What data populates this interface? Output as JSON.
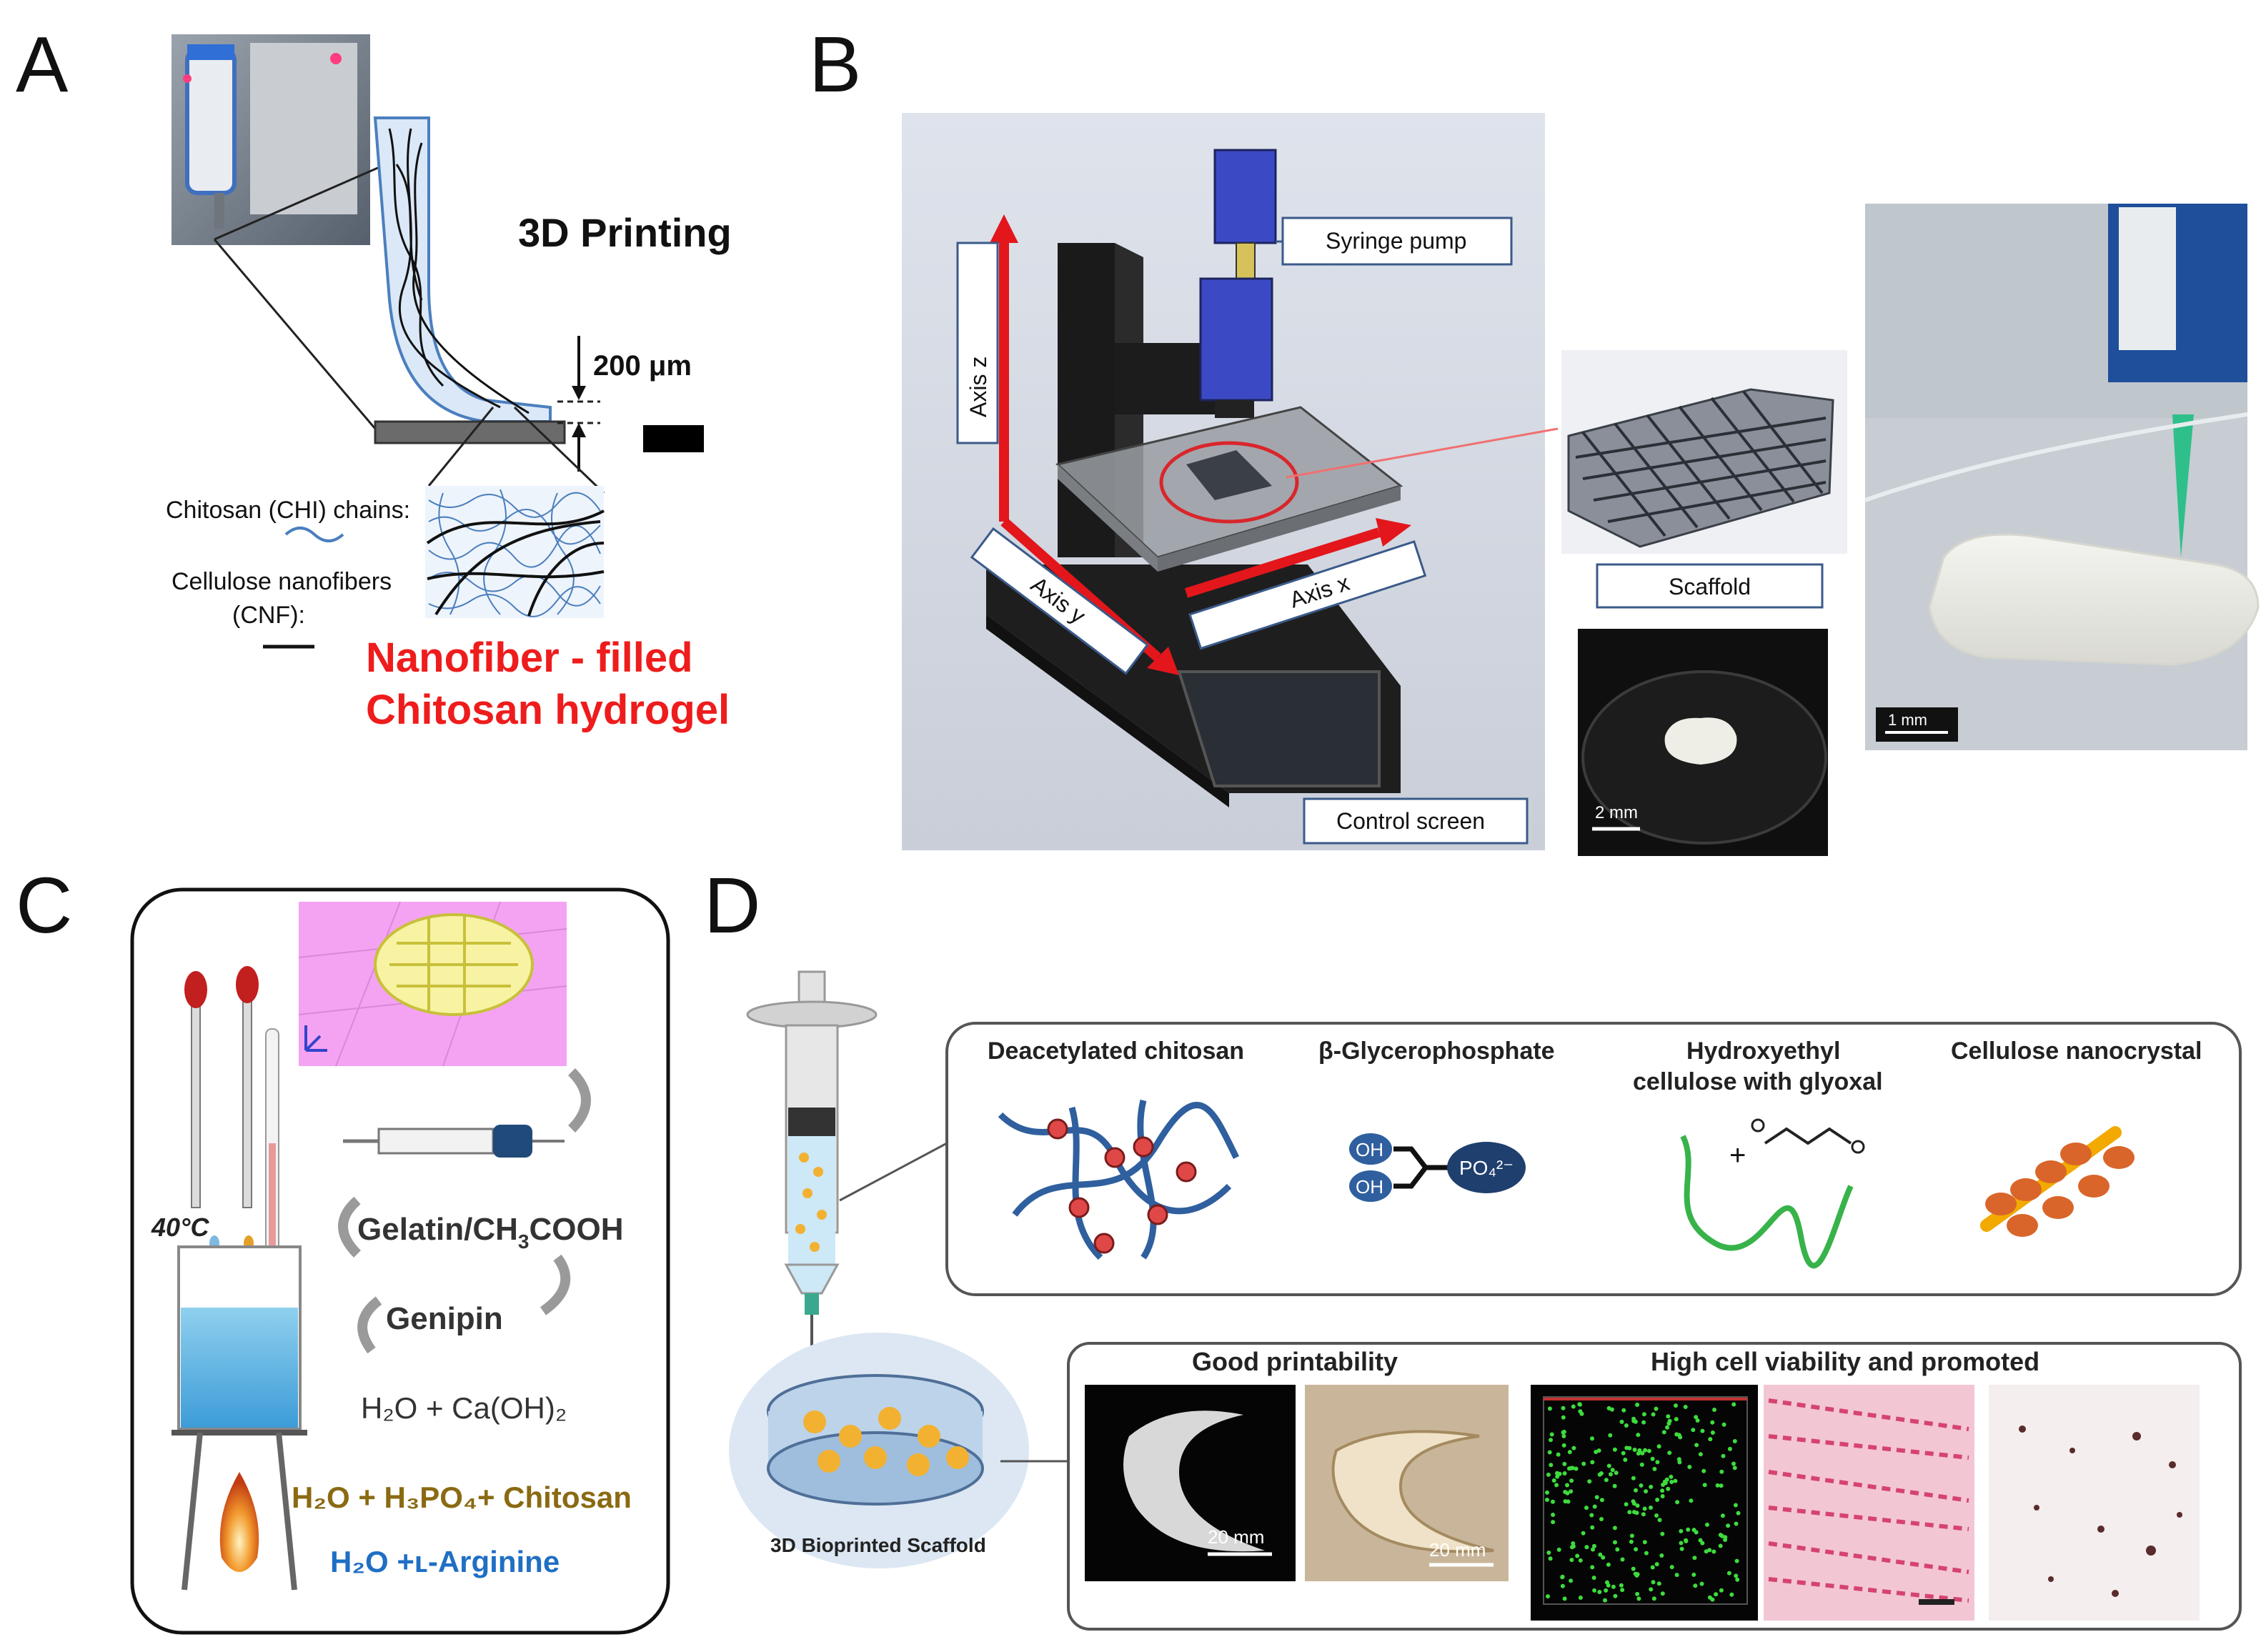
{
  "panels": {
    "a": {
      "letter": "A",
      "title": "3D Printing",
      "gap": "200 μm",
      "legend_chi": "Chitosan (CHI) chains:",
      "legend_cnf_1": "Cellulose nanofibers",
      "legend_cnf_2": "(CNF):",
      "result_1": "Nanofiber - filled",
      "result_2": "Chitosan hydrogel"
    },
    "b": {
      "letter": "B",
      "axis_z": "Axis z",
      "axis_y": "Axis y",
      "axis_x": "Axis x",
      "syringe_pump": "Syringe pump",
      "scaffold": "Scaffold",
      "control_screen": "Control screen",
      "scale_2mm": "2 mm",
      "scale_1mm": "1 mm"
    },
    "c": {
      "letter": "C",
      "temp": "40°C",
      "step_1": "Gelatin/CH",
      "step_1_sub": "3",
      "step_1_tail": "COOH",
      "step_2": "Genipin",
      "step_3": "H₂O + Ca(OH)₂",
      "step_4": "H₂O + H₃PO₄+ Chitosan",
      "step_5": "H₂O +ʟ-Arginine"
    },
    "d": {
      "letter": "D",
      "comp_1": "Deacetylated chitosan",
      "comp_2": "β-Glycerophosphate",
      "comp_3_1": "Hydroxyethyl",
      "comp_3_2": "cellulose with glyoxal",
      "comp_4": "Cellulose nanocrystal",
      "oh": "OH",
      "po4": "PO₄²⁻",
      "plus": "+",
      "scaffold_label": "3D Bioprinted Scaffold",
      "good_printability": "Good printability",
      "high_viability": "High cell viability and promoted",
      "scale_20mm": "20 mm"
    }
  },
  "colors": {
    "red": "#ee1c1c",
    "chitosan_blue": "#2f5f9e",
    "green": "#38b34a",
    "gold": "#8a6a12",
    "arginine_blue": "#1f6fc4",
    "syringe_navy": "#2a3aa0"
  }
}
